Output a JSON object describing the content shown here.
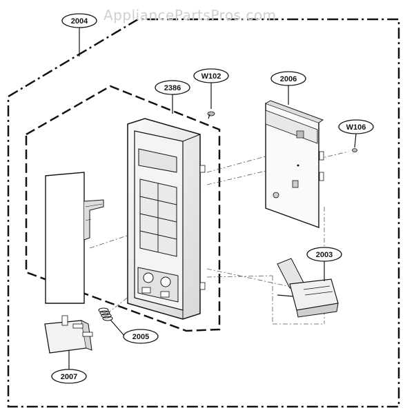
{
  "watermark": "AppliancePartsPros.com",
  "callouts": {
    "c2004": "2004",
    "c2386": "2386",
    "cW102": "W102",
    "c2006": "2006",
    "cW106": "W106",
    "c2003": "2003",
    "c2005": "2005",
    "c2007": "2007"
  },
  "colors": {
    "line": "#111111",
    "panel_fill": "#f2f2f2",
    "background": "#ffffff"
  }
}
